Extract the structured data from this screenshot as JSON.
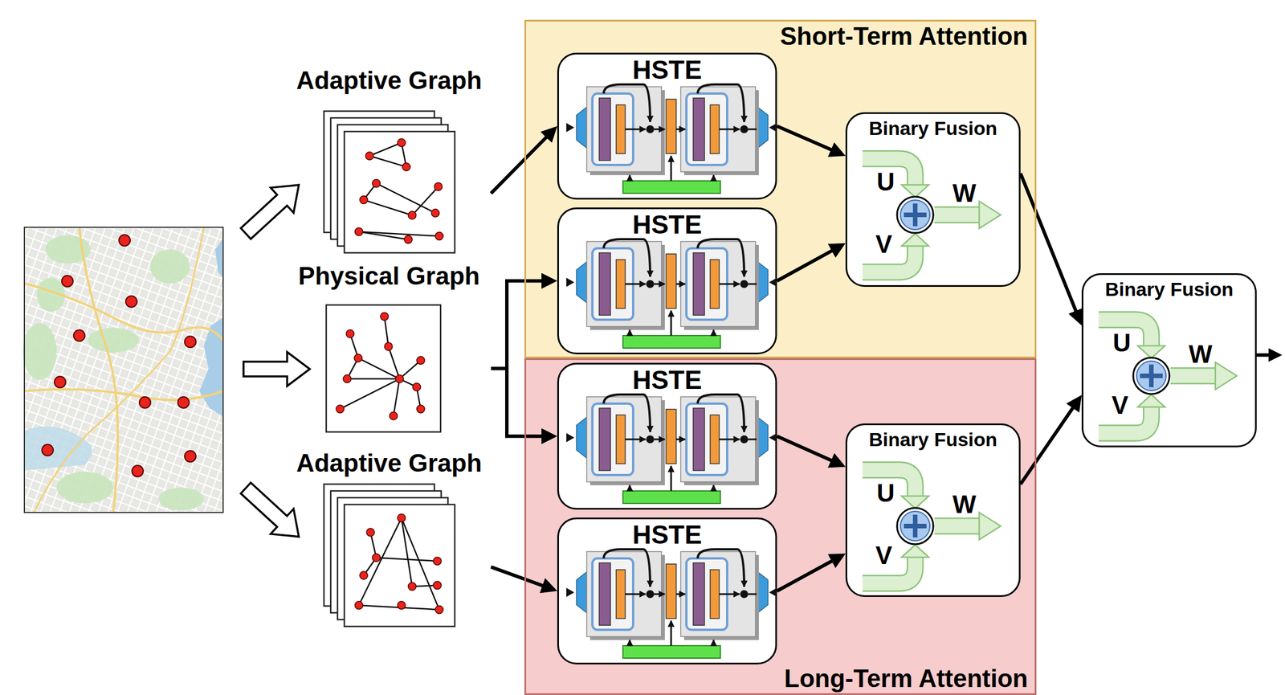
{
  "diagram": {
    "nodes": [
      {
        "text": [
          "Adaptive Graph"
        ]
      },
      {
        "text": [
          "Physical Graph"
        ]
      },
      {
        "text": [
          "Adaptive Graph"
        ]
      },
      {
        "text": [
          "Short-Term Attention"
        ]
      },
      {
        "text": [
          "HSTE"
        ],
        "in": 3
      },
      {
        "text": [
          "HSTE"
        ],
        "in": 3
      },
      {
        "text": [
          "Binary Fusion",
          "U",
          "V",
          "W"
        ],
        "in": 3
      },
      {
        "text": [
          "Long-Term Attention"
        ]
      },
      {
        "text": [
          "HSTE"
        ],
        "in": 7
      },
      {
        "text": [
          "HSTE"
        ],
        "in": 7
      },
      {
        "text": [
          "Binary Fusion",
          "U",
          "V",
          "W"
        ],
        "in": 7
      },
      {
        "text": [
          "Binary Fusion",
          "U",
          "V",
          "W"
        ]
      }
    ],
    "edges": [
      {
        "from": 0,
        "to": 4,
        "arrow": "to"
      },
      {
        "from": 1,
        "to": 5,
        "arrow": "to"
      },
      {
        "from": 1,
        "to": 8,
        "arrow": "to"
      },
      {
        "from": 2,
        "to": 9,
        "arrow": "to"
      },
      {
        "from": 4,
        "to": 6,
        "arrow": "to"
      },
      {
        "from": 5,
        "to": 6,
        "arrow": "to"
      },
      {
        "from": 8,
        "to": 10,
        "arrow": "to"
      },
      {
        "from": 9,
        "to": 10,
        "arrow": "to"
      },
      {
        "from": 6,
        "to": 11,
        "arrow": "to"
      },
      {
        "from": 10,
        "to": 11,
        "arrow": "to"
      }
    ]
  }
}
